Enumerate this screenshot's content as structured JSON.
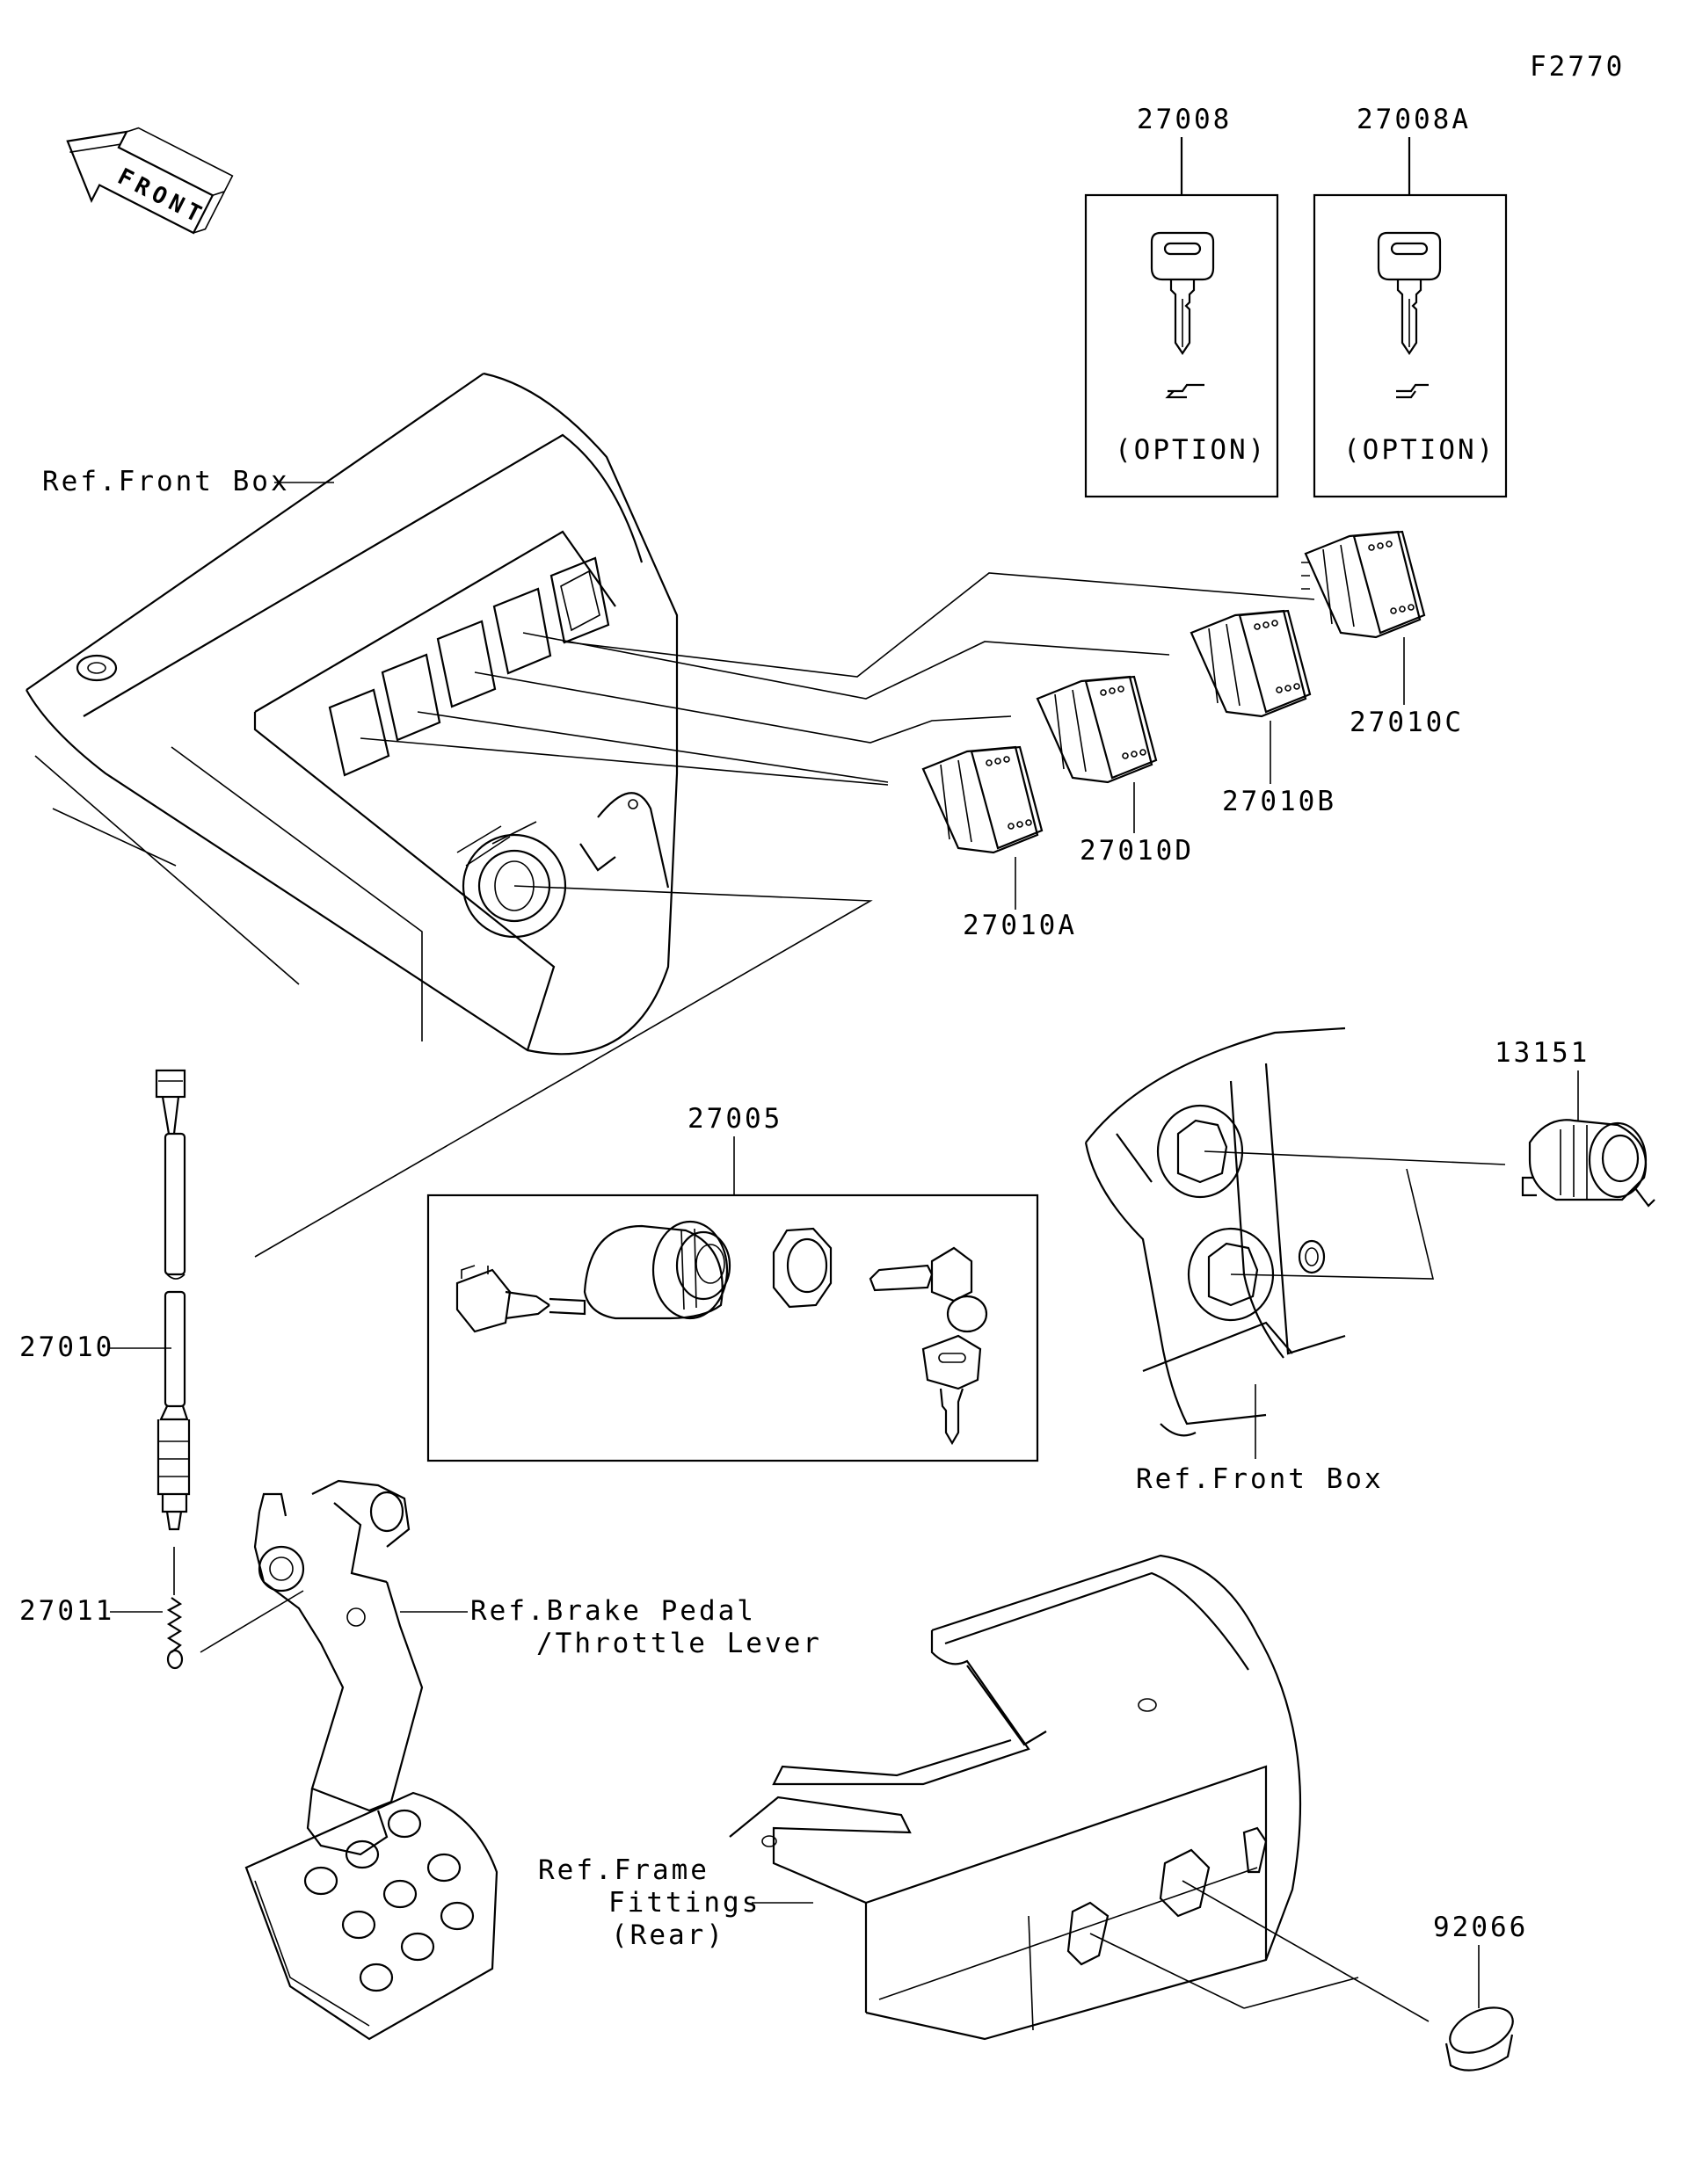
{
  "figure_id": "F2770",
  "front_arrow": "FRONT",
  "labels": {
    "ref_front_box_top": "Ref.Front Box",
    "ref_front_box_right": "Ref.Front Box",
    "ref_brake_line1": "Ref.Brake Pedal",
    "ref_brake_line2": "/Throttle Lever",
    "ref_frame_line1": "Ref.Frame",
    "ref_frame_line2": "Fittings",
    "ref_frame_line3": "(Rear)"
  },
  "parts": {
    "p27008": "27008",
    "p27008A": "27008A",
    "option1": "(OPTION)",
    "option2": "(OPTION)",
    "p27010A": "27010A",
    "p27010B": "27010B",
    "p27010C": "27010C",
    "p27010D": "27010D",
    "p27005": "27005",
    "p13151": "13151",
    "p27010": "27010",
    "p27011": "27011",
    "p92066": "92066"
  }
}
